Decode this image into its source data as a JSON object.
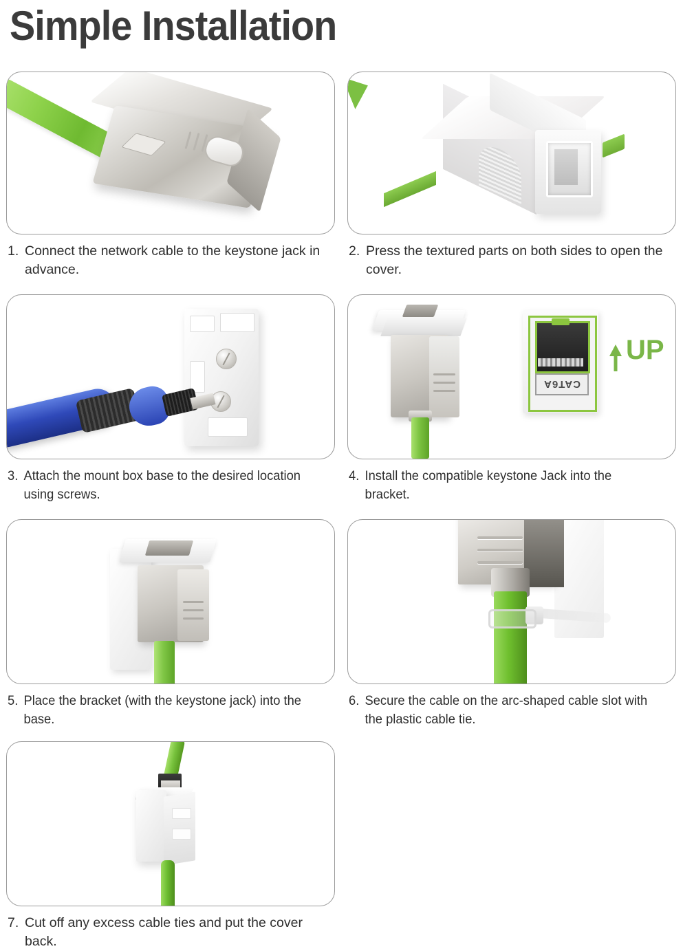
{
  "header": {
    "title": "Simple Installation"
  },
  "steps": [
    {
      "number": "1.",
      "text": "Connect the network cable to the keystone jack in advance.",
      "figure_name": "keystone-jack-with-cable"
    },
    {
      "number": "2.",
      "text": "Press the textured parts on both sides to open the cover.",
      "figure_name": "surface-mount-box-open-cover"
    },
    {
      "number": "3.",
      "text": "Attach the mount box base to the desired location using screws.",
      "figure_name": "screwdriver-mounting-bracket"
    },
    {
      "number": "4.",
      "text": "Install the compatible keystone Jack into the bracket.",
      "figure_name": "keystone-jack-into-bracket"
    },
    {
      "number": "5.",
      "text": "Place the bracket (with the keystone jack) into the base.",
      "figure_name": "bracket-into-base"
    },
    {
      "number": "6.",
      "text": "Secure the cable on the arc-shaped cable slot with the plastic cable tie.",
      "figure_name": "cable-tie-on-cable-slot"
    },
    {
      "number": "7.",
      "text": "Cut off any excess cable ties and put the cover back.",
      "figure_name": "finished-mount-box"
    }
  ],
  "figure4_detail": {
    "orientation_label": "UP",
    "jack_category_label": "CAT6A"
  },
  "colors": {
    "title_text": "#3b3b3b",
    "caption_text": "#2e2e2e",
    "panel_border": "#9a9a9a",
    "accent_green": "#7ab648",
    "cable_green": "#8dd24b",
    "screwdriver_blue": "#2f49b9",
    "background": "#ffffff"
  }
}
